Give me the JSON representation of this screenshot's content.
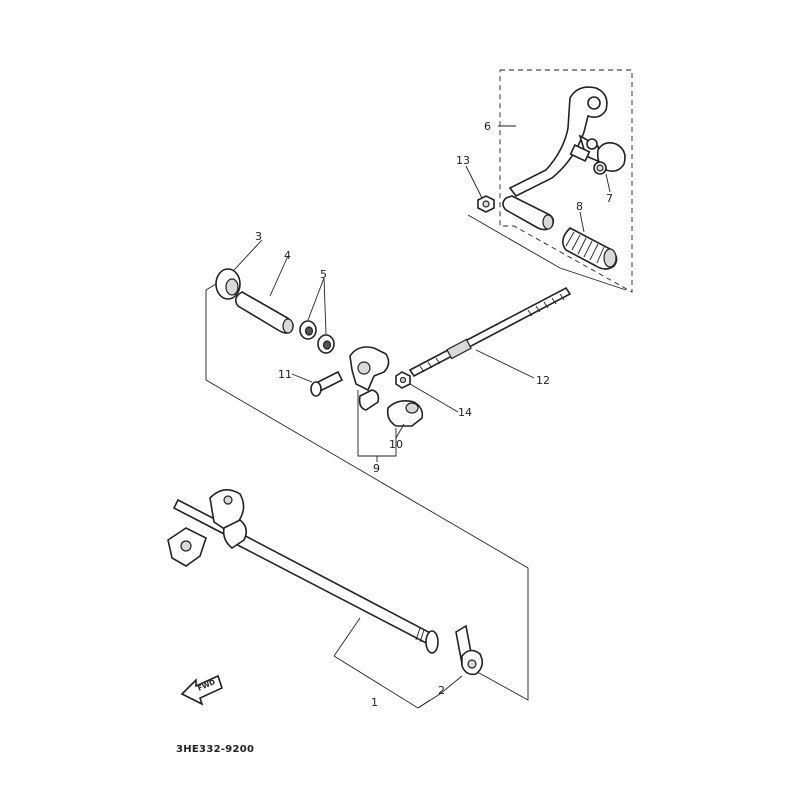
{
  "diagram": {
    "code": "3HE332-9200",
    "direction_label": "FWD",
    "callouts": [
      {
        "id": "c1",
        "text": "1"
      },
      {
        "id": "c2",
        "text": "2"
      },
      {
        "id": "c3",
        "text": "3"
      },
      {
        "id": "c4",
        "text": "4"
      },
      {
        "id": "c5",
        "text": "5"
      },
      {
        "id": "c6",
        "text": "6"
      },
      {
        "id": "c7",
        "text": "7"
      },
      {
        "id": "c8",
        "text": "8"
      },
      {
        "id": "c9",
        "text": "9"
      },
      {
        "id": "c10",
        "text": "10"
      },
      {
        "id": "c11",
        "text": "11"
      },
      {
        "id": "c12",
        "text": "12"
      },
      {
        "id": "c13",
        "text": "13"
      },
      {
        "id": "c14",
        "text": "14"
      }
    ]
  }
}
